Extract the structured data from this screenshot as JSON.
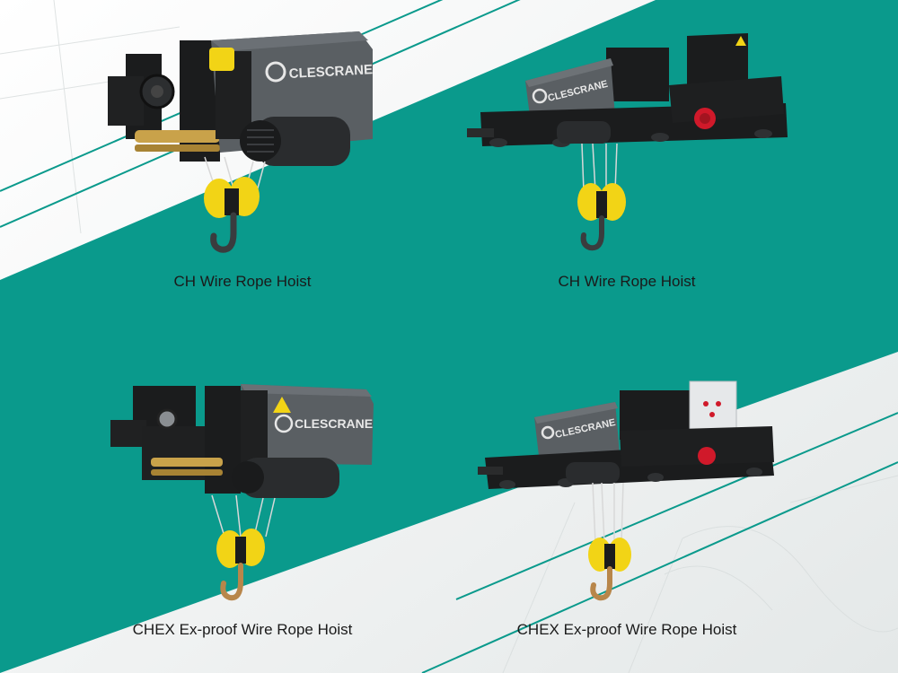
{
  "colors": {
    "teal": "#0a9a8c",
    "white_area": "#f3f5f5",
    "hoist_body": "#5a5f63",
    "frame": "#1b1c1d",
    "hook_block": "#f2d416",
    "brass": "#c9a24a",
    "red_cap": "#d0192a"
  },
  "products": [
    {
      "caption": "CH Wire Rope Hoist",
      "brand": "CLESCRANE",
      "icon": "ch-hoist-image"
    },
    {
      "caption": "CH Wire Rope Hoist",
      "brand": "CLESCRANE",
      "icon": "ch-trolley-hoist-image"
    },
    {
      "caption": "CHEX Ex-proof Wire Rope Hoist",
      "brand": "CLESCRANE",
      "icon": "chex-hoist-image"
    },
    {
      "caption": "CHEX Ex-proof Wire Rope Hoist",
      "brand": "CLESCRANE",
      "icon": "chex-trolley-hoist-image"
    }
  ]
}
